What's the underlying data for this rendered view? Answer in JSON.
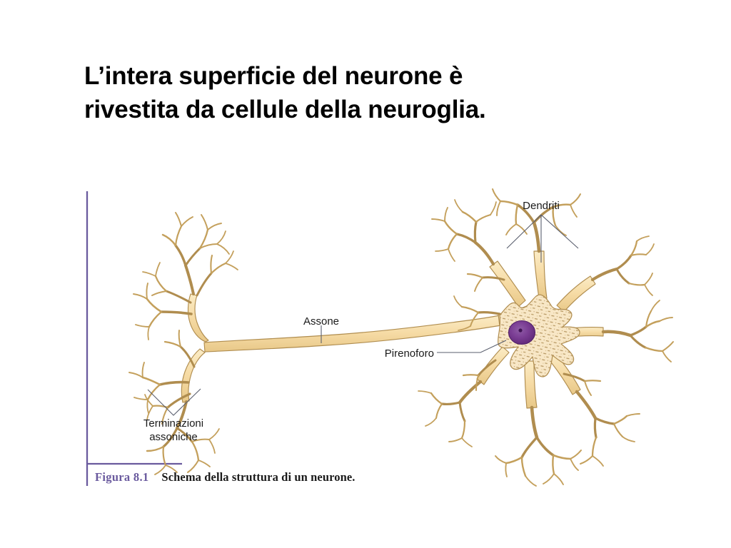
{
  "slide": {
    "background_color": "#ffffff",
    "title": "L’intera superficie del neurone è\nrivestita da cellule della neuroglia."
  },
  "figure": {
    "caption_number": "Figura 8.1",
    "caption_text": "Schema della struttura di un neurone.",
    "rule_color": "#6a5a9e",
    "labels": {
      "dendrites": "Dendriti",
      "axon": "Assone",
      "soma": "Pirenoforo",
      "axon_terminals_line1": "Terminazioni",
      "axon_terminals_line2": "assoniche"
    },
    "colors": {
      "cell_fill": "#f7dfae",
      "cell_outline": "#b08d4f",
      "soma_fill": "#f8e8c8",
      "soma_speckle": "#a9884f",
      "nucleus_outer": "#6d2f86",
      "nucleus_inner": "#a97ac0",
      "nucleolus": "#4a1a5e",
      "leader_line": "#5a5f6e",
      "label_text": "#1a1a1a"
    }
  }
}
